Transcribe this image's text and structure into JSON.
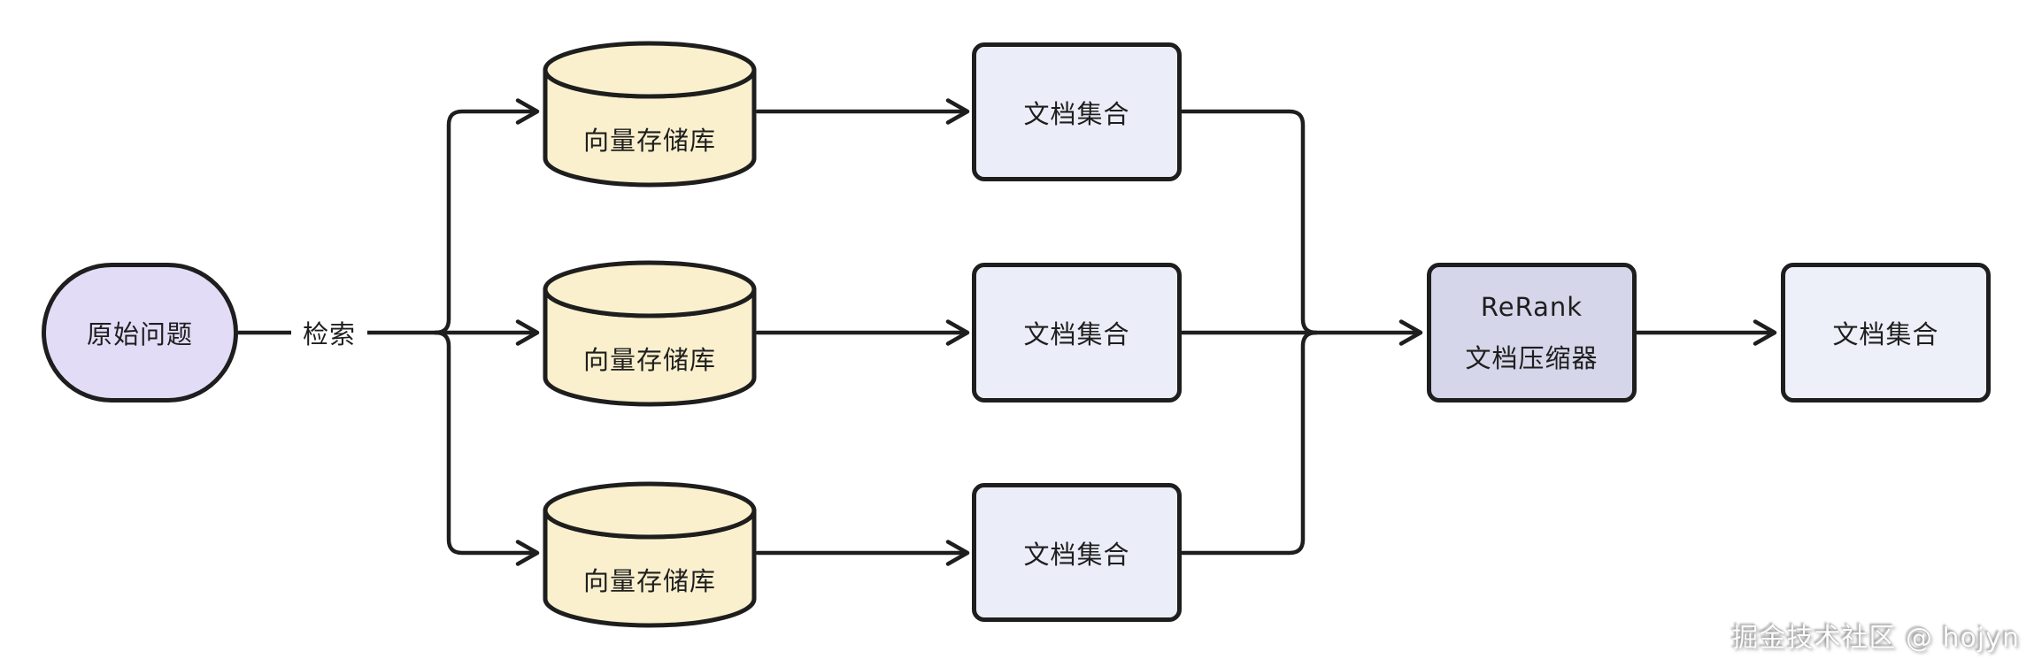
{
  "colors": {
    "background": "#ffffff",
    "line": "#1e1e1e",
    "text": "#1e1e1e",
    "question_fill": "#e3dcf7",
    "vector_store_fill": "#faf0ce",
    "doc_set_fill": "#ebeef8",
    "rerank_fill": "#d5d6e9",
    "final_doc_set_fill": "#edf0f8"
  },
  "nodes": {
    "question": {
      "label": "原始问题"
    },
    "vector_stores": [
      {
        "label": "向量存储库"
      },
      {
        "label": "向量存储库"
      },
      {
        "label": "向量存储库"
      }
    ],
    "doc_sets": [
      {
        "label": "文档集合"
      },
      {
        "label": "文档集合"
      },
      {
        "label": "文档集合"
      }
    ],
    "rerank": {
      "line1": "ReRank",
      "line2": "文档压缩器"
    },
    "final_doc_set": {
      "label": "文档集合"
    }
  },
  "edges": {
    "retrieval_label": "检索"
  },
  "watermark": {
    "text": "掘金技术社区 @ hojyn"
  }
}
